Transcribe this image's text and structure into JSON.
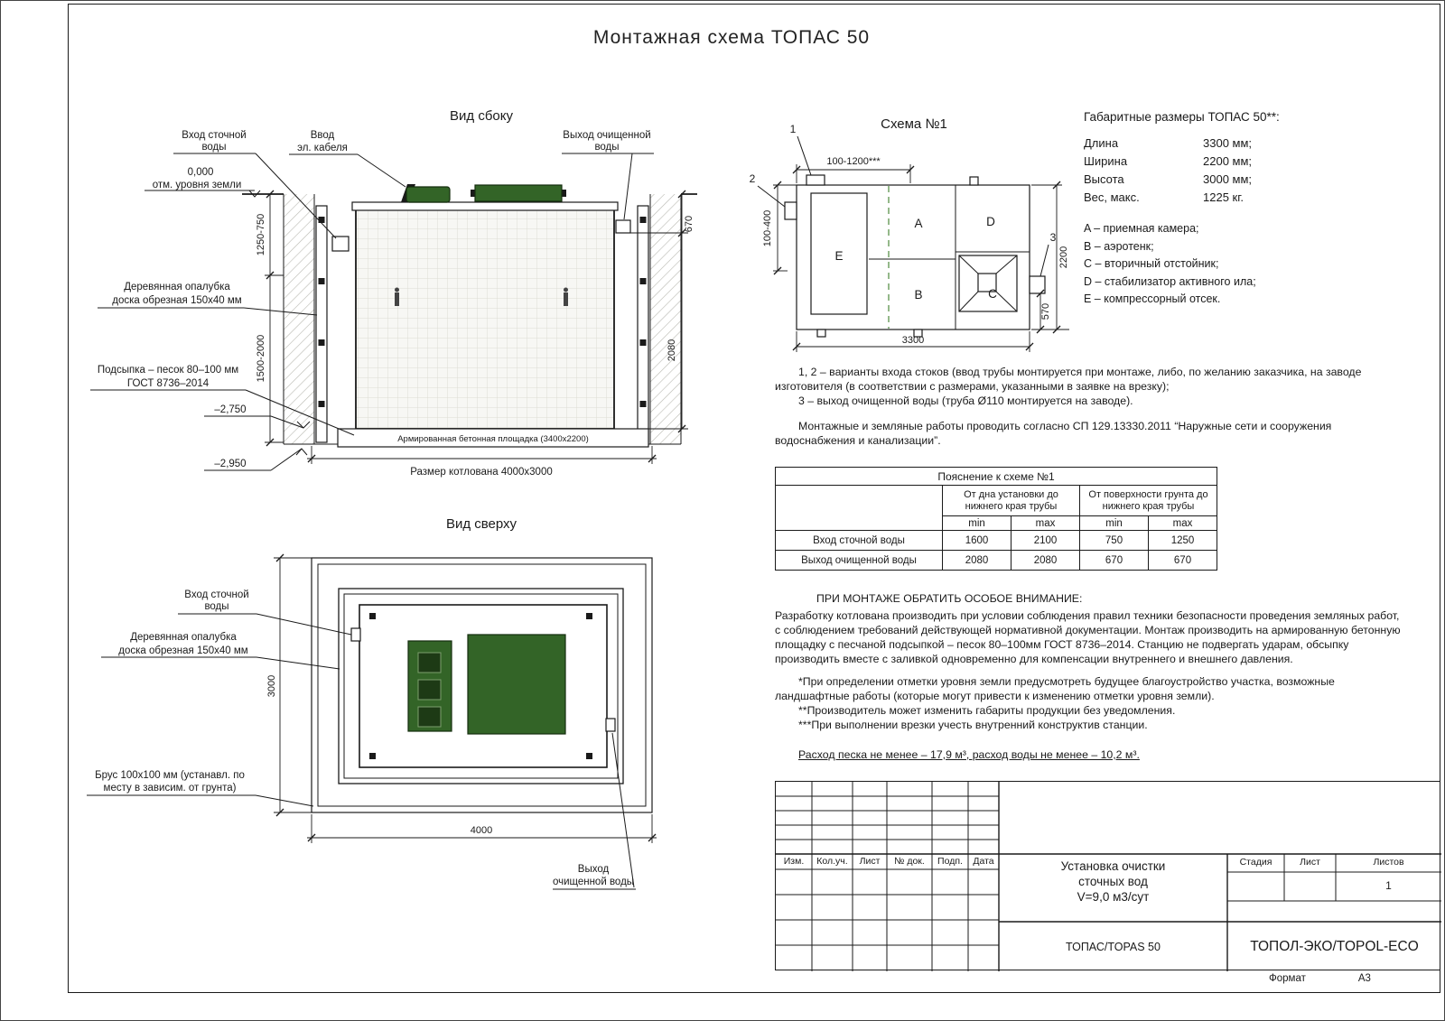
{
  "page": {
    "title": "Монтажная схема ТОПАС 50",
    "format_label": "Формат",
    "format_value": "А3"
  },
  "side_view": {
    "title": "Вид сбоку",
    "inlet_l1": "Вход сточной",
    "inlet_l2": "воды",
    "cable_l1": "Ввод",
    "cable_l2": "эл. кабеля",
    "outlet_l1": "Выход очищенной",
    "outlet_l2": "воды",
    "zero_mark": "0,000",
    "zero_label": "отм. уровня земли",
    "formwork_l1": "Деревянная опалубка",
    "formwork_l2": "доска обрезная 150х40 мм",
    "bedding_l1": "Подсыпка – песок 80–100 мм",
    "bedding_l2": "ГОСТ 8736–2014",
    "elev_1": "–2,750",
    "elev_2": "–2,950",
    "slab_label": "Армированная бетонная площадка (3400х2200)",
    "pit_label": "Размер котлована 4000х3000",
    "dim_left_top": "1250-750",
    "dim_left_bottom": "1500-2000",
    "dim_right_top": "670",
    "dim_right_bottom": "2080"
  },
  "top_view": {
    "title": "Вид сверху",
    "inlet_l1": "Вход сточной",
    "inlet_l2": "воды",
    "formwork_l1": "Деревянная опалубка",
    "formwork_l2": "доска обрезная 150х40 мм",
    "beam_l1": "Брус 100х100 мм (устанавл. по",
    "beam_l2": "месту в зависим. от грунта)",
    "outlet_l1": "Выход",
    "outlet_l2": "очищенной воды",
    "dim_width": "4000",
    "dim_height": "3000"
  },
  "schema": {
    "title": "Схема №1",
    "chamber_a": "A",
    "chamber_b": "B",
    "chamber_c": "C",
    "chamber_d": "D",
    "chamber_e": "E",
    "marker_1": "1",
    "marker_2": "2",
    "marker_3": "3",
    "dim_top": "100-1200***",
    "dim_left": "100-400",
    "dim_bottom": "3300",
    "dim_right": "2200",
    "dim_outlet": "570"
  },
  "specs": {
    "title": "Габаритные размеры ТОПАС 50**:",
    "rows": [
      {
        "label": "Длина",
        "value": "3300 мм;"
      },
      {
        "label": "Ширина",
        "value": "2200 мм;"
      },
      {
        "label": "Высота",
        "value": "3000 мм;"
      },
      {
        "label": "Вес, макс.",
        "value": "1225 кг."
      }
    ],
    "legend": [
      "A – приемная камера;",
      "B – аэротенк;",
      "C – вторичный отстойник;",
      "D – стабилизатор активного ила;",
      "E – компрессорный отсек."
    ]
  },
  "notes": {
    "note_1": "1, 2 – варианты входа  стоков (ввод трубы монтируется при монтаже, либо, по желанию заказчика, на заводе изготовителя (в соответствии с размерами, указанными в заявке на врезку);",
    "note_2": "3 – выход очищенной воды (труба Ø110 монтируется на заводе).",
    "note_3": "Монтажные и земляные работы проводить согласно СП 129.13330.2011 “Наружные сети и сооружения водоснабжения и канализации”."
  },
  "table": {
    "title": "Пояснение к схеме №1",
    "group_1": "От дна установки до нижнего края трубы",
    "group_2": "От поверхности грунта до нижнего края трубы",
    "min": "min",
    "max": "max",
    "rows": [
      {
        "label": "Вход сточной воды",
        "values": [
          "1600",
          "2100",
          "750",
          "1250"
        ]
      },
      {
        "label": "Выход очищенной воды",
        "values": [
          "2080",
          "2080",
          "670",
          "670"
        ]
      }
    ]
  },
  "attention": {
    "heading": "ПРИ МОНТАЖЕ ОБРАТИТЬ ОСОБОЕ ВНИМАНИЕ:",
    "p1": "Разработку котлована производить при условии соблюдения правил техники безопасности проведения земляных работ, с соблюдением требований действующей нормативной документации.  Монтаж производить на армированную бетонную площадку с песчаной подсыпкой – песок 80–100мм ГОСТ 8736–2014. Станцию не подвергать ударам, обсыпку производить вместе с заливкой одновременно для компенсации внутреннего и внешнего давления.",
    "p2": "*При определении отметки уровня земли предусмотреть будущее благоустройство участка, возможные ландшафтные работы (которые могут привести к изменению отметки уровня земли).",
    "p3": "**Производитель может изменить габариты продукции без уведомления.",
    "p4": "***При выполнении врезки учесть внутренний конструктив станции.",
    "consumption": "Расход песка не менее – 17,9 м³, расход воды не менее – 10,2 м³."
  },
  "title_block": {
    "cols": [
      "Изм.",
      "Кол.уч.",
      "Лист",
      "№ док.",
      "Подп.",
      "Дата"
    ],
    "doc_title_l1": "Установка очистки",
    "doc_title_l2": "сточных вод",
    "doc_title_l3": "V=9,0 м3/сут",
    "stage_label": "Стадия",
    "sheet_label": "Лист",
    "sheets_label": "Листов",
    "sheets_value": "1",
    "product": "ТОПАС/TOPAS 50",
    "company": "ТОПОЛ-ЭКО/TOPOL-ECO"
  }
}
